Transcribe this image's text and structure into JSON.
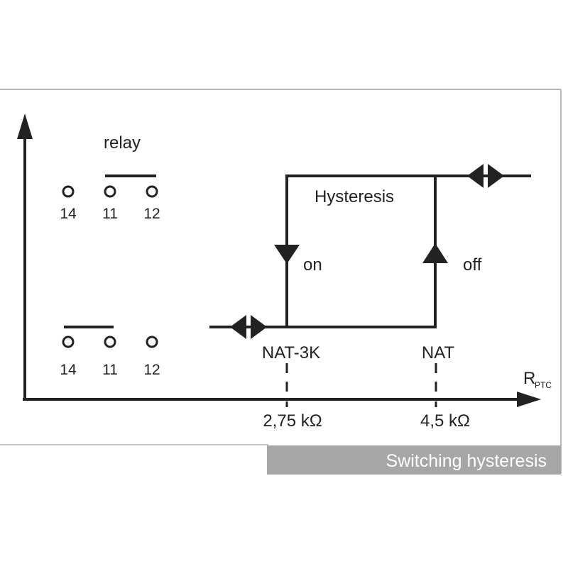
{
  "relay_label": "relay",
  "hysteresis_label": "Hysteresis",
  "on_label": "on",
  "off_label": "off",
  "threshold_low_label": "NAT-3K",
  "threshold_high_label": "NAT",
  "x_axis_label_main": "R",
  "x_axis_label_sub": "PTC",
  "tick_low": "2,75 kΩ",
  "tick_high": "4,5 kΩ",
  "top_state_pins": [
    "14",
    "11",
    "12"
  ],
  "bottom_state_pins": [
    "14",
    "11",
    "12"
  ],
  "caption": "Switching hysteresis",
  "colors": {
    "ink": "#222222",
    "frame": "#b8b8b8",
    "caption_bg": "#a6a6a6",
    "caption_text": "#ffffff"
  }
}
